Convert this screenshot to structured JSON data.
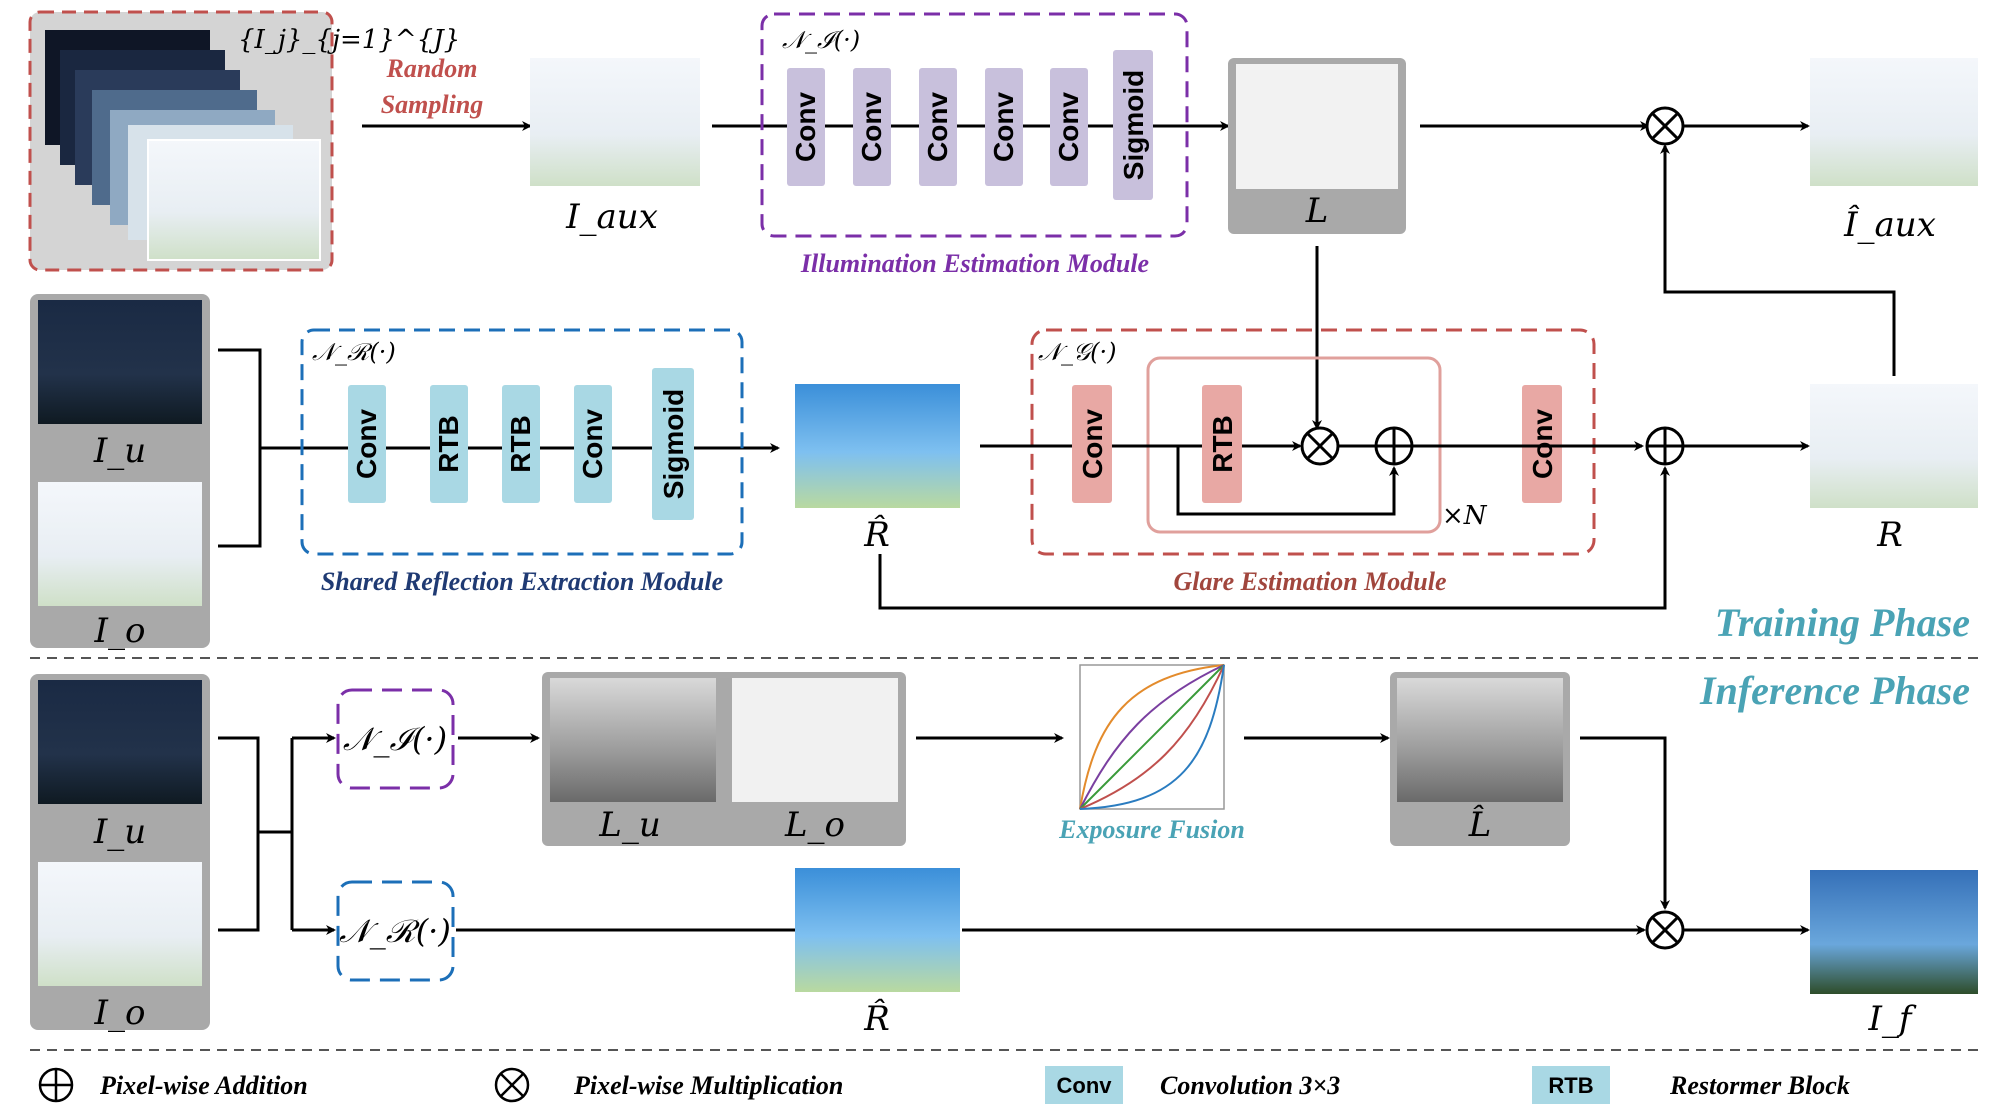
{
  "colors": {
    "purple": "#7b2fa8",
    "red": "#c0504d",
    "blue": "#1c6fb8",
    "conv_blue": "#a9d8e4",
    "conv_purple": "#c8c0dc",
    "rtb_pink": "#e8a8a4",
    "gray_panel": "#a9a9a9",
    "teal_text": "#4aa3b5",
    "navy_text": "#1f3a73",
    "glare_text": "#a1463d"
  },
  "top": {
    "set_label": "{I_j}_{j=1}^{J}",
    "random_sampling": [
      "Random",
      "Sampling"
    ],
    "i_aux": "I_aux",
    "illum_module_sym": "𝒩_ℐ(·)",
    "illum_blocks": [
      "Conv",
      "Conv",
      "Conv",
      "Conv",
      "Conv",
      "Sigmoid"
    ],
    "illum_module_label": "Illumination Estimation Module",
    "L": "L",
    "i_aux_hat": "Î_aux"
  },
  "middle": {
    "I_u": "I_u",
    "I_o": "I_o",
    "refl_module_sym": "𝒩_ℛ(·)",
    "refl_blocks": [
      "Conv",
      "RTB",
      "RTB",
      "Conv",
      "Sigmoid"
    ],
    "refl_module_label": "Shared Reflection Extraction Module",
    "R_hat": "R̂",
    "glare_module_sym": "𝒩_𝒢(·)",
    "glare_blocks": [
      "Conv",
      "RTB",
      "Conv"
    ],
    "times_N": "×N",
    "glare_module_label": "Glare Estimation Module",
    "R": "R",
    "training_phase": "Training Phase"
  },
  "bottom": {
    "inference_phase": "Inference Phase",
    "I_u": "I_u",
    "I_o": "I_o",
    "illum_sym": "𝒩_ℐ(·)",
    "refl_sym": "𝒩_ℛ(·)",
    "L_u": "L_u",
    "L_o": "L_o",
    "exposure_fusion": "Exposure Fusion",
    "L_hat": "L̂",
    "R_hat": "R̂",
    "I_f": "I_f"
  },
  "legend": {
    "addition": "Pixel-wise Addition",
    "multiplication": "Pixel-wise Multiplication",
    "conv_chip": "Conv",
    "conv_desc": "Convolution 3×3",
    "rtb_chip": "RTB",
    "rtb_desc": "Restormer Block"
  }
}
